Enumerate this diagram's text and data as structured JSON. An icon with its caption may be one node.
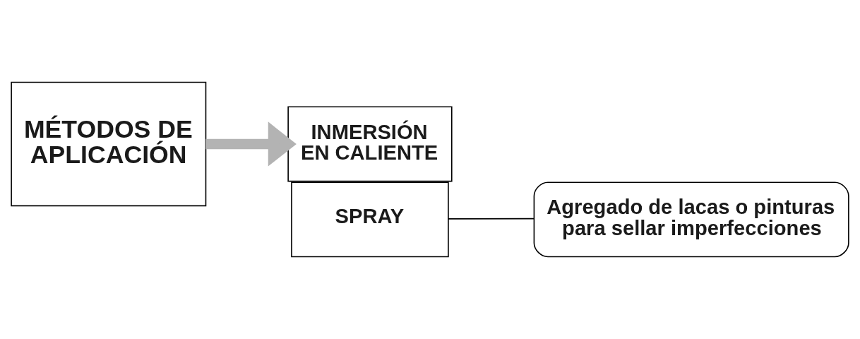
{
  "diagram": {
    "nodes": [
      {
        "text": [
          "MÉTODOS DE APLICACIÓN"
        ]
      },
      {
        "text": [
          "INMERSIÓN EN CALIENTE"
        ]
      },
      {
        "text": [
          "SPRAY"
        ]
      },
      {
        "text": [
          "Agregado de lacas o pinturas para sellar imperfecciones"
        ]
      }
    ],
    "edges": [
      {
        "from": 0,
        "to": 1,
        "arrow": "to",
        "style": "thick",
        "color": "#b3b3b3"
      },
      {
        "from": 3,
        "to": 2,
        "arrow": "none",
        "color": "#000000"
      }
    ]
  }
}
